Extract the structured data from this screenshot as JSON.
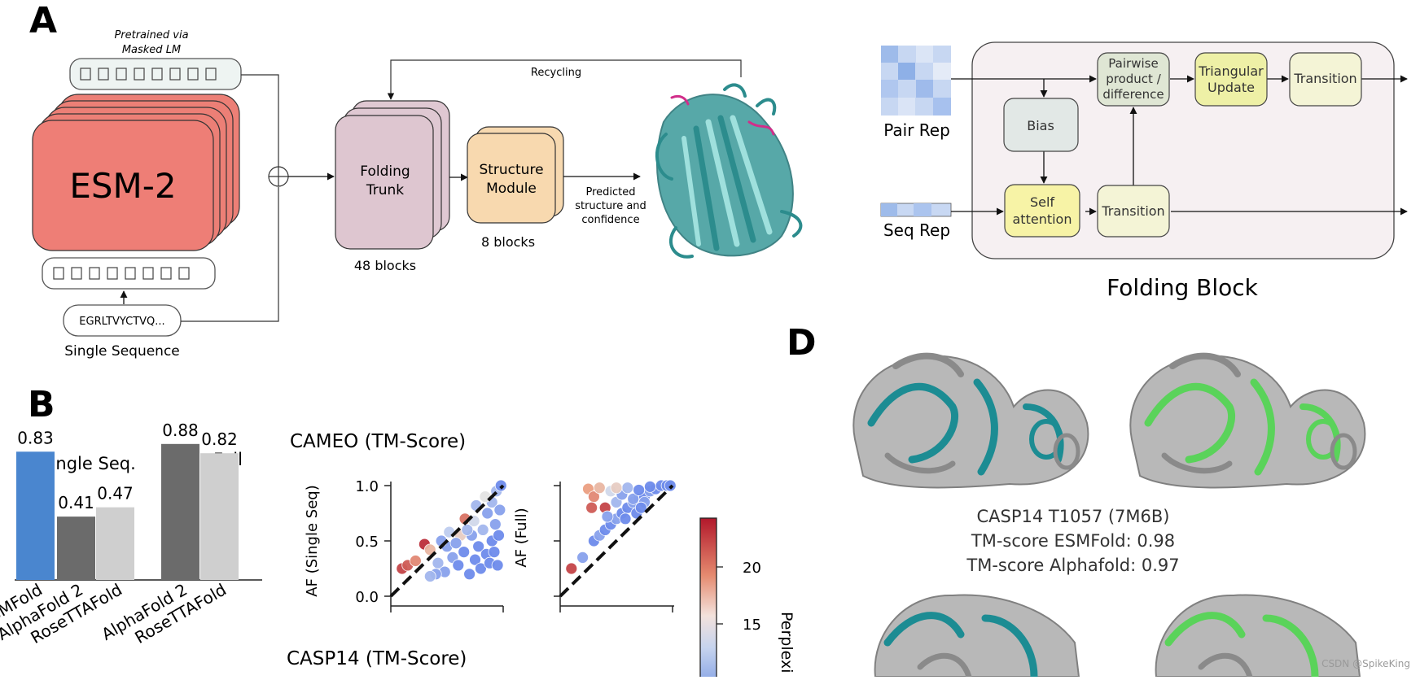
{
  "panels": {
    "A": "A",
    "B": "B",
    "D": "D"
  },
  "panel_a": {
    "pretrained_label_1": "Pretrained via",
    "pretrained_label_2": "Masked LM",
    "esm_label": "ESM-2",
    "sequence_text": "EGRLTVYCTVQ...",
    "sequence_caption": "Single Sequence",
    "recycling_label": "Recycling",
    "folding_trunk_1": "Folding",
    "folding_trunk_2": "Trunk",
    "folding_trunk_blocks": "48 blocks",
    "structure_module_1": "Structure",
    "structure_module_2": "Module",
    "structure_module_blocks": "8 blocks",
    "output_label_1": "Predicted",
    "output_label_2": "structure and",
    "output_label_3": "confidence"
  },
  "folding_block": {
    "pair_rep": "Pair Rep",
    "seq_rep": "Seq Rep",
    "bias": "Bias",
    "self_attention_1": "Self",
    "self_attention_2": "attention",
    "transition_lower": "Transition",
    "pairwise_1": "Pairwise",
    "pairwise_2": "product /",
    "pairwise_3": "difference",
    "triangular_1": "Triangular",
    "triangular_2": "Update",
    "transition_upper": "Transition",
    "title": "Folding Block",
    "colors": {
      "bias": "#e2e8e6",
      "self_attention": "#f7f3a6",
      "transition": "#f4f4d6",
      "pairwise": "#dfe6d4",
      "triangular": "#eef0a6",
      "block_bg": "#f6f0f2"
    }
  },
  "panel_b": {
    "single_seq_header": "Single Seq.",
    "full_header": "Full",
    "cameo_title": "CAMEO (TM-Score)",
    "casp_title": "CASP14 (TM-Score)",
    "scatter_left_ylabel": "AF (Single Seq)",
    "scatter_right_ylabel": "AF (Full)",
    "colorbar_label": "Perplexi",
    "colorbar_ticks": [
      "20",
      "15"
    ]
  },
  "chart_data": [
    {
      "type": "bar",
      "categories": [
        "ESMFold",
        "AlphaFold 2",
        "RoseTTAFold",
        "AlphaFold 2",
        "RoseTTAFold"
      ],
      "values": [
        0.83,
        0.41,
        0.47,
        0.88,
        0.82
      ],
      "value_labels": [
        "0.83",
        "0.41",
        "0.47",
        "0.88",
        "0.82"
      ],
      "groups": [
        "Single Seq.",
        "Single Seq.",
        "Single Seq.",
        "Full",
        "Full"
      ],
      "colors": [
        "#4a86cf",
        "#6b6b6b",
        "#cfcfcf",
        "#6b6b6b",
        "#cfcfcf"
      ],
      "ylim": [
        0,
        1
      ]
    },
    {
      "type": "scatter",
      "title": "CAMEO (TM-Score)",
      "ylabel": "AF (Single Seq)",
      "xlim": [
        0,
        1
      ],
      "ylim": [
        0,
        1
      ],
      "yticks": [
        "0.0",
        "0.5",
        "1.0"
      ],
      "points": [
        [
          0.1,
          0.25,
          22
        ],
        [
          0.15,
          0.28,
          21
        ],
        [
          0.22,
          0.32,
          19
        ],
        [
          0.3,
          0.47,
          23
        ],
        [
          0.35,
          0.42,
          17
        ],
        [
          0.42,
          0.3,
          12
        ],
        [
          0.48,
          0.22,
          11
        ],
        [
          0.55,
          0.35,
          11
        ],
        [
          0.6,
          0.28,
          10
        ],
        [
          0.65,
          0.4,
          10
        ],
        [
          0.7,
          0.2,
          10
        ],
        [
          0.72,
          0.55,
          11
        ],
        [
          0.75,
          0.33,
          10
        ],
        [
          0.78,
          0.45,
          10
        ],
        [
          0.8,
          0.25,
          10
        ],
        [
          0.82,
          0.6,
          12
        ],
        [
          0.85,
          0.38,
          10
        ],
        [
          0.86,
          0.75,
          11
        ],
        [
          0.88,
          0.3,
          10
        ],
        [
          0.9,
          0.5,
          10
        ],
        [
          0.9,
          0.85,
          12
        ],
        [
          0.92,
          0.4,
          10
        ],
        [
          0.93,
          0.65,
          11
        ],
        [
          0.94,
          0.95,
          12
        ],
        [
          0.95,
          0.28,
          10
        ],
        [
          0.96,
          0.55,
          10
        ],
        [
          0.97,
          0.78,
          11
        ],
        [
          0.98,
          1.0,
          10
        ],
        [
          0.62,
          0.55,
          16
        ],
        [
          0.5,
          0.45,
          11
        ],
        [
          0.45,
          0.5,
          11
        ],
        [
          0.68,
          0.6,
          12
        ],
        [
          0.58,
          0.48,
          11
        ],
        [
          0.52,
          0.58,
          13
        ],
        [
          0.66,
          0.7,
          20
        ],
        [
          0.74,
          0.68,
          14
        ],
        [
          0.4,
          0.2,
          11
        ],
        [
          0.35,
          0.18,
          12
        ],
        [
          0.84,
          0.9,
          15
        ],
        [
          0.76,
          0.82,
          12
        ]
      ]
    },
    {
      "type": "scatter",
      "ylabel": "AF (Full)",
      "xlim": [
        0,
        1
      ],
      "ylim": [
        0,
        1
      ],
      "points": [
        [
          0.1,
          0.25,
          22
        ],
        [
          0.2,
          0.35,
          11
        ],
        [
          0.3,
          0.5,
          10
        ],
        [
          0.35,
          0.55,
          11
        ],
        [
          0.4,
          0.6,
          10
        ],
        [
          0.45,
          0.65,
          10
        ],
        [
          0.5,
          0.7,
          11
        ],
        [
          0.55,
          0.75,
          10
        ],
        [
          0.6,
          0.8,
          10
        ],
        [
          0.65,
          0.85,
          11
        ],
        [
          0.7,
          0.88,
          10
        ],
        [
          0.75,
          0.9,
          10
        ],
        [
          0.8,
          0.95,
          11
        ],
        [
          0.85,
          0.97,
          10
        ],
        [
          0.9,
          1.0,
          10
        ],
        [
          0.95,
          1.0,
          10
        ],
        [
          0.98,
          1.0,
          10
        ],
        [
          0.25,
          0.97,
          18
        ],
        [
          0.3,
          0.9,
          19
        ],
        [
          0.35,
          0.98,
          17
        ],
        [
          0.4,
          0.8,
          22
        ],
        [
          0.45,
          0.95,
          14
        ],
        [
          0.5,
          0.85,
          12
        ],
        [
          0.55,
          0.92,
          11
        ],
        [
          0.6,
          0.98,
          12
        ],
        [
          0.65,
          0.88,
          11
        ],
        [
          0.7,
          0.96,
          10
        ],
        [
          0.75,
          0.85,
          11
        ],
        [
          0.8,
          0.99,
          10
        ],
        [
          0.28,
          0.8,
          21
        ],
        [
          0.5,
          0.98,
          16
        ],
        [
          0.42,
          0.72,
          11
        ],
        [
          0.58,
          0.7,
          10
        ],
        [
          0.68,
          0.75,
          10
        ],
        [
          0.72,
          0.8,
          10
        ]
      ]
    }
  ],
  "panel_d": {
    "caption_1": "CASP14 T1057 (7M6B)",
    "caption_2": "TM-score ESMFold: 0.98",
    "caption_3": "TM-score Alphafold: 0.97",
    "watermark": "CSDN @SpikeKing"
  }
}
